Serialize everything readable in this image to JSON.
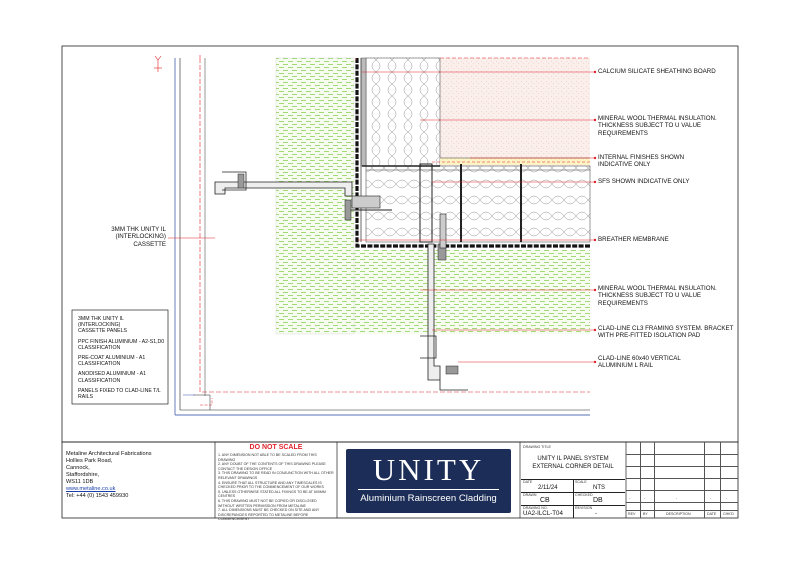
{
  "annotations": {
    "calcium": "CALCIUM SILICATE SHEATHING BOARD",
    "mineral_top": "MINERAL WOOL THERMAL INSULATION.\nTHICKNESS SUBJECT TO U VALUE\nREQUIREMENTS",
    "internal": "INTERNAL FINISHES SHOWN\nINDICATIVE ONLY",
    "sfs": "SFS SHOWN INDICATIVE ONLY",
    "cassette": "3MM THK UNITY IL\n(INTERLOCKING) CASSETTE",
    "breather": "BREATHER MEMBRANE",
    "mineral_bottom": "MINERAL WOOL THERMAL INSULATION.\nTHICKNESS SUBJECT TO U VALUE\nREQUIREMENTS",
    "framing": "CLAD-LINE CL3 FRAMING SYSTEM. BRACKET\nWITH PRE-FITTED ISOLATION PAD",
    "rail": "CLAD-LINE 60x40 VERTICAL\nALUMINIUM L RAIL"
  },
  "spec_box": {
    "lines": [
      "3MM THK UNITY IL (INTERLOCKING)\nCASSETTE PANELS",
      "PPC FINISH ALUMINIUM - A2-S1,D0\nCLASSIFICATION",
      "PRE-COAT ALUMINIUM - A1\nCLASSIFICATION",
      "ANODISED ALUMINIUM - A1\nCLASSIFICATION",
      "PANELS FIXED TO CLAD-LINE T/L\nRAILS"
    ]
  },
  "company": {
    "name": "Metaline Architectural Fabrications",
    "address": [
      "Hollies Park Road,",
      "Cannock,",
      "Staffordshire,",
      "WS11 1DB"
    ],
    "web": "www.metaline.co.uk",
    "tel": "Tel: +44 (0) 1543 459930"
  },
  "notes": {
    "heading": "DO NOT SCALE",
    "items": [
      "1. ANY DIMENSION NOT ABLE TO BE SCALED FROM THIS DRAWING",
      "2. ANY DOUBT OF THE CONTENTS OF THIS DRAWING PLEASE CONTACT THE DESIGN OFFICE",
      "3. THIS DRAWING TO BE READ IN CONJUNCTION WITH ALL OTHER RELEVANT DRAWINGS",
      "4. ENSURE THAT ALL STRUCTURE AND ANY TIMESCALES IS CHECKED PRIOR TO THE COMMENCEMENT OF OUR WORKS",
      "5. UNLESS OTHERWISE STATED ALL FIXINGS TO BE AT 600MM CENTRES",
      "6. THIS DRAWING MUST NOT BE COPIED OR DISCLOSED WITHOUT WRITTEN PERMISSION FROM METALINE",
      "7. ALL DIMENSIONS MUST BE CHECKED ON SITE AND ANY DISCREPANCIES REPORTED TO METALINE BEFORE COMMENCEMENT"
    ]
  },
  "logo": {
    "word": "UNITY",
    "tagline": "Aluminium Rainscreen Cladding"
  },
  "title_block": {
    "drawing_title_label": "DRAWING TITLE",
    "title": "UNITY IL PANEL SYSTEM\nEXTERNAL CORNER DETAIL",
    "date_label": "DATE",
    "date": "2/11/24",
    "scale_label": "SCALE",
    "scale": "NTS",
    "drawn_label": "DRAWN",
    "drawn": "CB",
    "checked_label": "CHECKED",
    "checked": "DB",
    "number_label": "DRAWING NO.",
    "number": "UA2-ILCL-T04",
    "revision_label": "REVISION",
    "revision": "-"
  },
  "revisions": {
    "headers": [
      "REV",
      "BY",
      "DESCRIPTION",
      "DATE",
      "CHK'D"
    ],
    "row": [
      "-",
      "-",
      "-",
      "-",
      "-"
    ]
  },
  "colors": {
    "green_hatch": "#b7e08a",
    "red_line": "#e0232a",
    "pink": "#f8e3df",
    "navy": "#1c2e57",
    "frame_blue": "#5a6fb8"
  }
}
